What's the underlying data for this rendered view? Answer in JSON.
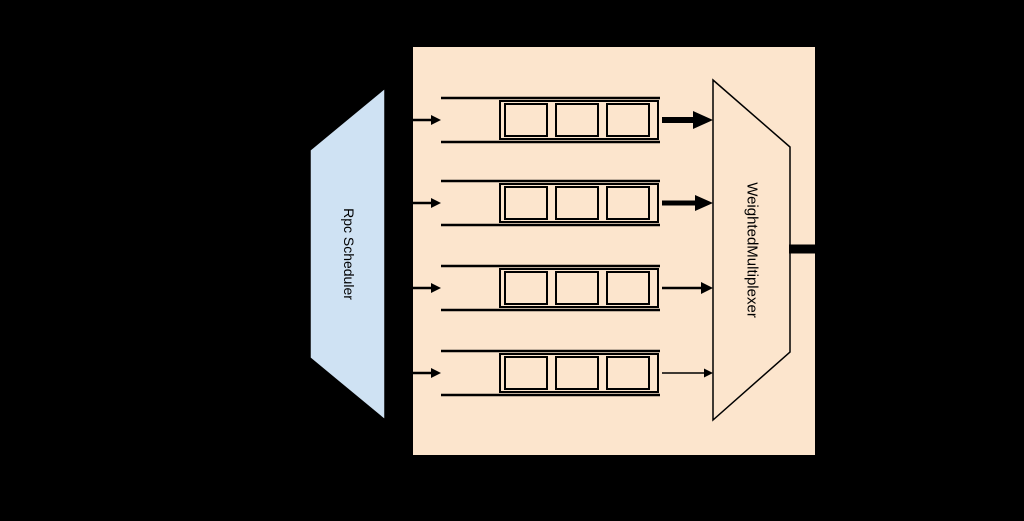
{
  "diagram": {
    "background": "#000000",
    "panel": {
      "fill": "#fce5cd"
    },
    "scheduler": {
      "label": "Rpc Scheduler",
      "fill": "#cfe2f3",
      "stroke": "#000000",
      "label_color": "#000000"
    },
    "multiplexer": {
      "label": "WeightedMultiplexer",
      "fill": "#fce5cd",
      "stroke": "#000000",
      "label_color": "#000000"
    },
    "queues": {
      "count": 4,
      "slots_per_queue": 3,
      "stroke": "#000000",
      "slot_fill": "#fce5cd"
    },
    "arrows": {
      "color": "#000000",
      "input_width": 2.5,
      "output_widths": [
        6,
        5,
        2.5,
        1.5
      ],
      "trunk_width": 9
    }
  }
}
